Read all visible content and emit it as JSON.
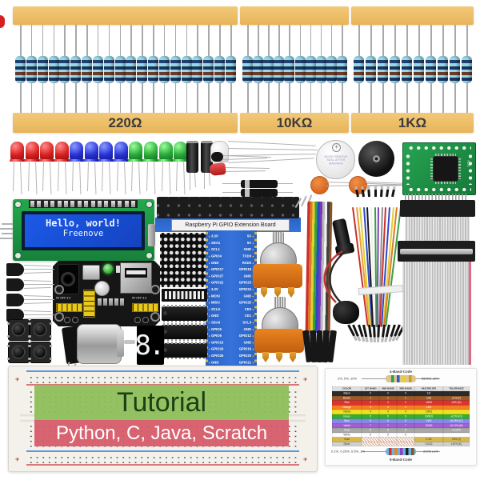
{
  "resistor_sections": [
    {
      "label": "220Ω",
      "count": 20
    },
    {
      "label": "10KΩ",
      "count": 10
    },
    {
      "label": "1KΩ",
      "count": 10
    }
  ],
  "led_colors": [
    "red",
    "red",
    "red",
    "red",
    "blue",
    "blue",
    "blue",
    "blue",
    "green",
    "green",
    "green",
    "green"
  ],
  "led_palette": {
    "red": [
      "#ff8a8a",
      "#d81f1f",
      "#8f0f0f"
    ],
    "blue": [
      "#8a9aff",
      "#2731d4",
      "#101a8a"
    ],
    "green": [
      "#9aff9a",
      "#28a838",
      "#0f7020"
    ]
  },
  "lcd": {
    "line1": "Hello, world!",
    "line2": "Freenove"
  },
  "gpio": {
    "title": "Raspberry Pi GPIO Extension Board",
    "left_pins": [
      "3.3V",
      "SDA1",
      "SCL1",
      "GPIO4",
      "GND",
      "GPIO17",
      "GPIO27",
      "GPIO22",
      "3.3V",
      "MOSI",
      "MISO",
      "SCLK",
      "GND",
      "SDA0",
      "GPIO5",
      "GPIO6",
      "GPIO13",
      "GPIO19",
      "GPIO26",
      "GND"
    ],
    "right_pins": [
      "5V",
      "5V",
      "GND",
      "TXD0",
      "RXD0",
      "GPIO18",
      "GND",
      "GPIO23",
      "GPIO24",
      "GND",
      "GPIO25",
      "CE0",
      "CE1",
      "SCL0",
      "GND",
      "GPIO12",
      "GND",
      "GPIO16",
      "GPIO20",
      "GPIO21"
    ]
  },
  "buzzer": {
    "symbol": "+",
    "text": "AVOID REMOVE SEAL AFTER WASHING"
  },
  "adc_board": {
    "label": "ADC"
  },
  "power_module": {
    "left_jumper_label": "5V OFF 3.3",
    "right_jumper_label": "5V OFF 3.3"
  },
  "seven_segment": {
    "value": "8."
  },
  "breadboard": {
    "title": "Tutorial",
    "subtitle": "Python, C, Java, Scratch",
    "plus": "+"
  },
  "rainbow_colors": [
    "#c83030",
    "#e07828",
    "#e0d030",
    "#38a040",
    "#3048c8",
    "#7838b8",
    "#b8b8b8",
    "#f0f0f0",
    "#404040",
    "#8a5228"
  ],
  "jumper_wire_colors": [
    "#c83030",
    "#e8a030",
    "#e0d030",
    "#3048c8",
    "#181818",
    "#f0f0f0",
    "#38a040",
    "#8040b8",
    "#909090",
    "#c83030",
    "#3048c8",
    "#e0d030",
    "#e07828",
    "#38a040"
  ],
  "resistor_card": {
    "four_band_label": "4-Band-Code",
    "four_band_left": "2%, 5%, 10%",
    "four_band_right": "560KΩ ±5%",
    "four_band_colors": [
      "#2f9e3f",
      "#3a55c8",
      "#e8d020",
      "#c8a028"
    ],
    "four_band_body": "#dcc58e",
    "five_band_label": "5-Band-Code",
    "five_band_left": "0.1%, 0.25%, 0.5%, 1%",
    "five_band_right": "237Ω ±1%",
    "five_band_colors": [
      "#d03030",
      "#f08020",
      "#9040c0",
      "#222222",
      "#8a5020"
    ],
    "five_band_body": "#6ab4e0",
    "headers": [
      "COLOR",
      "1ST BAND",
      "2ND BAND",
      "3RD BAND",
      "MULTIPLIER",
      "TOLERANCE"
    ],
    "rows": [
      {
        "name": "Black",
        "b1": "0",
        "b2": "0",
        "b3": "0",
        "mult": "1Ω",
        "tol": "",
        "bg": "#2b2b2b",
        "fg": "#ffffff"
      },
      {
        "name": "Brown",
        "b1": "1",
        "b2": "1",
        "b3": "1",
        "mult": "10Ω",
        "tol": "±1% (F)",
        "bg": "#9c5a28",
        "fg": "#ffffff"
      },
      {
        "name": "Red",
        "b1": "2",
        "b2": "2",
        "b3": "2",
        "mult": "100Ω",
        "tol": "±2% (G)",
        "bg": "#e03030",
        "fg": "#ffffff"
      },
      {
        "name": "Orange",
        "b1": "3",
        "b2": "3",
        "b3": "3",
        "mult": "1KΩ",
        "tol": "",
        "bg": "#f08020",
        "fg": "#ffffff"
      },
      {
        "name": "Yellow",
        "b1": "4",
        "b2": "4",
        "b3": "4",
        "mult": "10KΩ",
        "tol": "",
        "bg": "#f0e020",
        "fg": "#333333"
      },
      {
        "name": "Green",
        "b1": "5",
        "b2": "5",
        "b3": "5",
        "mult": "100KΩ",
        "tol": "±0.5% (D)",
        "bg": "#30b030",
        "fg": "#ffffff"
      },
      {
        "name": "Blue",
        "b1": "6",
        "b2": "6",
        "b3": "6",
        "mult": "1MΩ",
        "tol": "±0.25% (C)",
        "bg": "#8888e8",
        "fg": "#ffffff"
      },
      {
        "name": "Violet",
        "b1": "7",
        "b2": "7",
        "b3": "7",
        "mult": "10MΩ",
        "tol": "±0.10% (B)",
        "bg": "#a060d0",
        "fg": "#ffffff"
      },
      {
        "name": "Gray",
        "b1": "8",
        "b2": "8",
        "b3": "8",
        "mult": "",
        "tol": "±0.05%",
        "bg": "#a8a8a8",
        "fg": "#ffffff"
      },
      {
        "name": "White",
        "b1": "9",
        "b2": "9",
        "b3": "9",
        "mult": "",
        "tol": "",
        "bg": "#ffffff",
        "fg": "#333333"
      },
      {
        "name": "Gold",
        "b1": "",
        "b2": "",
        "b3": "",
        "mult": "0.1Ω",
        "tol": "±5% (J)",
        "bg": "#d8b848",
        "fg": "#333333",
        "hatch": true
      },
      {
        "name": "Silver",
        "b1": "",
        "b2": "",
        "b3": "",
        "mult": "0.01Ω",
        "tol": "±10% (K)",
        "bg": "#d0d0d0",
        "fg": "#333333",
        "hatch": true
      }
    ]
  }
}
